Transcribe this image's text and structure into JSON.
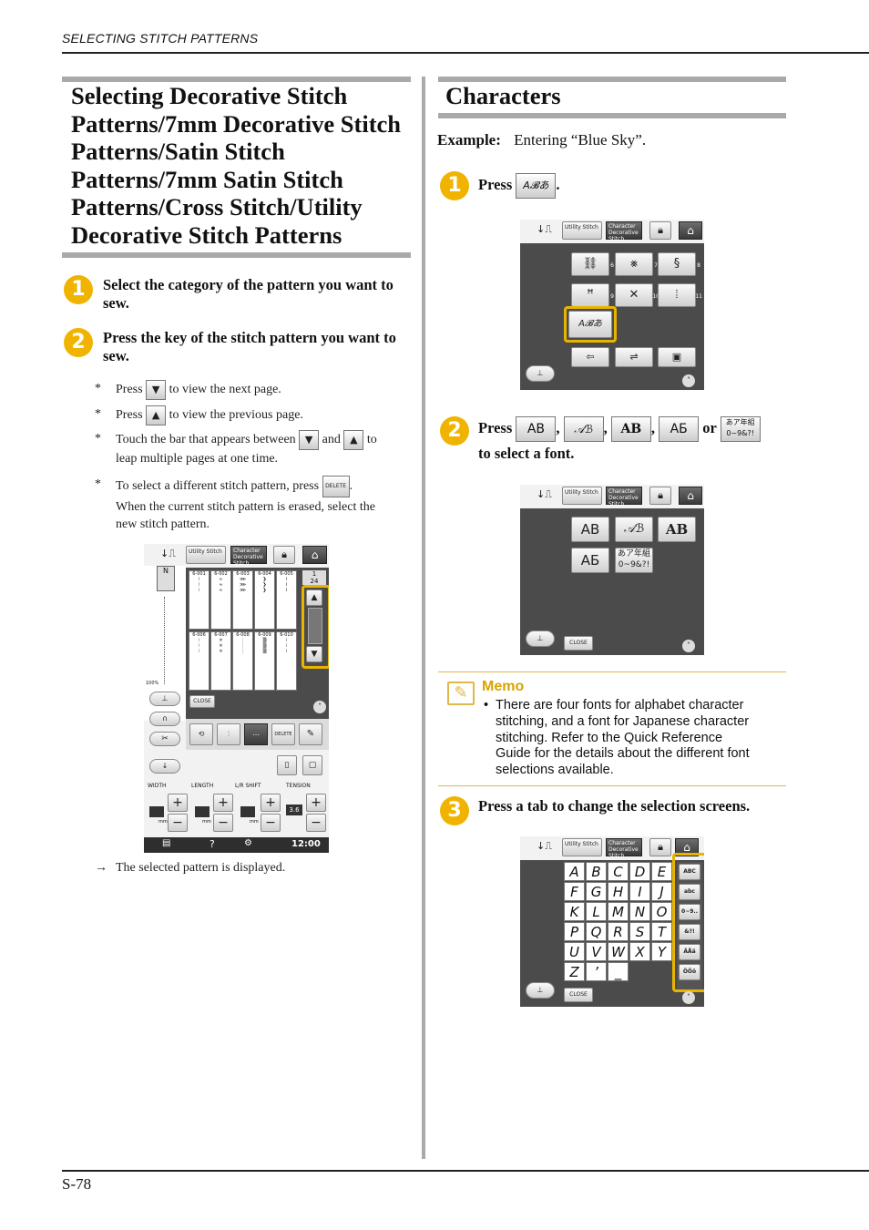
{
  "header": {
    "running_title": "SELECTING STITCH PATTERNS"
  },
  "footer": {
    "page_number": "S-78"
  },
  "left": {
    "title_lines": [
      "Selecting Decorative Stitch",
      "Patterns/7mm Decorative Stitch",
      "Patterns/Satin Stitch",
      "Patterns/7mm Satin Stitch",
      "Patterns/Cross Stitch/Utility",
      "Decorative Stitch Patterns"
    ],
    "step1": {
      "num": "1",
      "text": "Select the category of the pattern you want to sew."
    },
    "step2": {
      "num": "2",
      "text": "Press the key of the stitch pattern you want to sew."
    },
    "bullets": {
      "b1_pre": "Press",
      "b1_post": "to view the next page.",
      "b2_pre": "Press",
      "b2_post": "to view the previous page.",
      "b3_pre": "Touch the bar that appears between",
      "b3_and": "and",
      "b3_to": "to",
      "b3_line2": "leap multiple pages at one time.",
      "b4_pre": "To select a different stitch pattern, press",
      "b4_post": ".",
      "b4_line2": "When the current stitch pattern is erased, select the",
      "b4_line3": "new stitch pattern.",
      "star": "*"
    },
    "result_arrow": "→",
    "result_text": "The selected pattern is displayed.",
    "screen": {
      "tab_utility": "Utility Stitch",
      "tab_char": "Character Decorative Stitch",
      "page": "1",
      "page_total": "24",
      "codes_row1": [
        "6-001",
        "6-002",
        "6-003",
        "6-004",
        "6-005"
      ],
      "codes_row2": [
        "6-006",
        "6-007",
        "6-008",
        "6-009",
        "6-010"
      ],
      "zoom": "100%",
      "close": "CLOSE",
      "delete": "DELETE",
      "width": "WIDTH",
      "length": "LENGTH",
      "lr_shift": "L/R SHIFT",
      "tension": "TENSION",
      "tension_val": "3.6",
      "mm": "mm",
      "time": "12:00",
      "help": "?"
    },
    "key_delete": "DELETE"
  },
  "right": {
    "title": "Characters",
    "example_label": "Example:",
    "example_text": "Entering “Blue Sky”.",
    "step1": {
      "num": "1",
      "pre": "Press",
      "post": "."
    },
    "step2": {
      "num": "2",
      "pre": "Press",
      "sep": ",",
      "or": "or",
      "line2": "to select a font."
    },
    "fonts": [
      "AB",
      "𝒜ℬ",
      "AB",
      "АБ",
      "あア年組 0~9&?!"
    ],
    "step3": {
      "num": "3",
      "text": "Press a tab to change the selection screens."
    },
    "memo": {
      "title": "Memo",
      "bullet": "•",
      "lines": [
        "There are four fonts for alphabet character",
        "stitching, and a font for Japanese character",
        "stitching. Refer to the Quick Reference",
        "Guide for the details about the different font",
        "selections available."
      ]
    },
    "screen1": {
      "tab_utility": "Utility Stitch",
      "tab_char": "Character Decorative Stitch",
      "nums": [
        "6",
        "7",
        "8",
        "9",
        "10",
        "11"
      ],
      "char_key": "A𝓑あ"
    },
    "screen2": {
      "tab_utility": "Utility Stitch",
      "tab_char": "Character Decorative Stitch",
      "close": "CLOSE"
    },
    "screen3": {
      "tab_utility": "Utility Stitch",
      "tab_char": "Character Decorative Stitch",
      "close": "CLOSE",
      "letters": [
        "A",
        "B",
        "C",
        "D",
        "E",
        "F",
        "G",
        "H",
        "I",
        "J",
        "K",
        "L",
        "M",
        "N",
        "O",
        "P",
        "Q",
        "R",
        "S",
        "T",
        "U",
        "V",
        "W",
        "X",
        "Y",
        "Z",
        "’",
        "_"
      ],
      "tabs": [
        "ABC",
        "abc",
        "0~9..",
        "&?!",
        "ÄÅä",
        "ÖÕö"
      ]
    }
  },
  "colors": {
    "accent": "#f0b400",
    "highlight": "#e9b400",
    "lcd": "#4b4b4b",
    "memo": "#e1b64a"
  }
}
